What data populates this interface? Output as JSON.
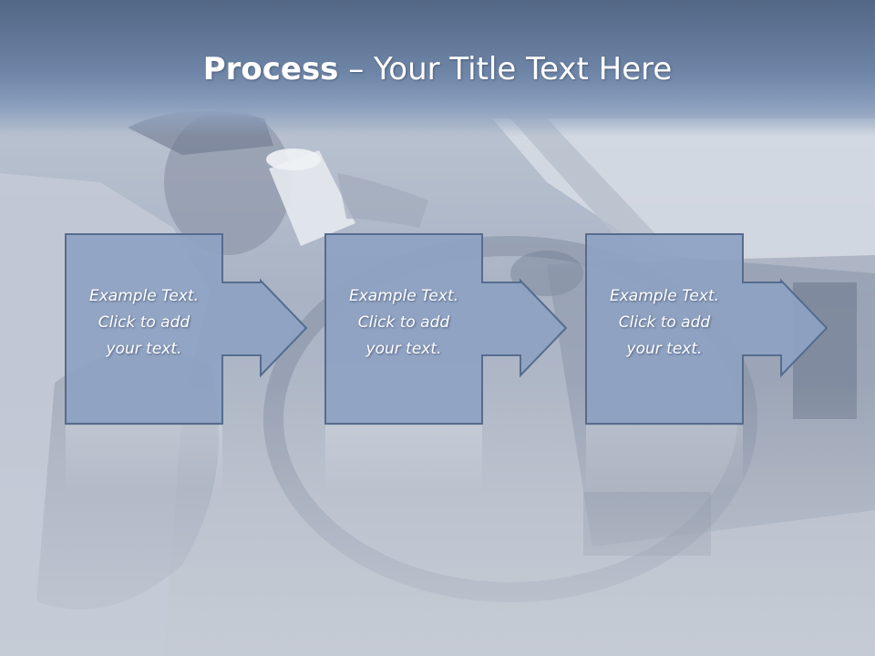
{
  "slide": {
    "title_bold": "Process",
    "title_rest": " – Your Title Text Here"
  },
  "steps": [
    {
      "line1": "Example Text.",
      "line2": "Click  to add",
      "line3": "your text."
    },
    {
      "line1": "Example Text.",
      "line2": "Click  to add",
      "line3": "your text."
    },
    {
      "line1": "Example Text.",
      "line2": "Click  to add",
      "line3": "your text."
    }
  ],
  "colors": {
    "title_band": "#6f86a8",
    "box_fill": "#8ea2c2",
    "box_border": "#566c8e",
    "text": "#ffffff"
  }
}
